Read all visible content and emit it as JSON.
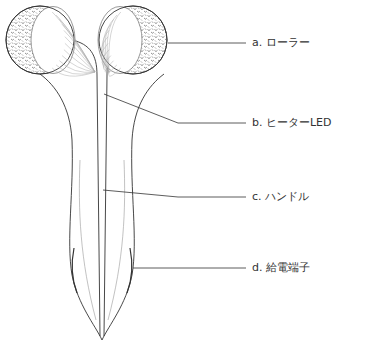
{
  "diagram": {
    "labels": [
      "a. ローラー",
      "b. ヒーターLED",
      "c. ハンドル",
      "d. 給電端子"
    ]
  }
}
